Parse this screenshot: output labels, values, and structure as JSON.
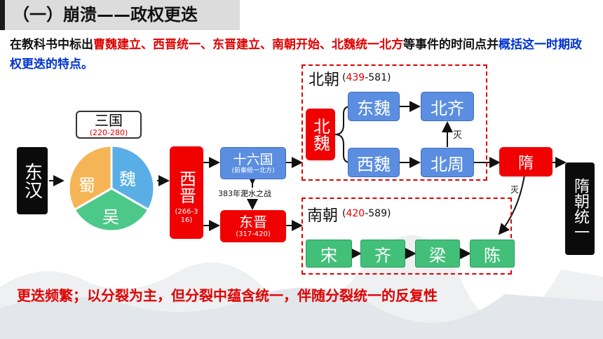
{
  "title": "（一）崩溃——政权更迭",
  "instruction": {
    "prefix": "在教科书中标出",
    "events": "曹魏建立、西晋统一、东晋建立、南朝开始、北魏统一北方",
    "middle": "等事件的时间点并",
    "task": "概括这一时期政权更迭的特点。"
  },
  "nodes": {
    "donghan": "东汉",
    "sanguo_label": "三国",
    "sanguo_years": "(220-280)",
    "wei": "魏",
    "shu": "蜀",
    "wu": "吴",
    "xijin": "西晋",
    "xijin_years": "(266-316)",
    "shiliuguo": "十六国",
    "shiliuguo_note": "(前秦统一北方)",
    "feishui": "383年淝水之战",
    "dongjin": "东晋",
    "dongjin_years": "(317-420)",
    "beichao_label": "北朝",
    "beichao_start": "439",
    "beichao_end": "-581)",
    "beichao_open": "(",
    "beiwei": "北魏",
    "dongwei": "东魏",
    "beiqi": "北齐",
    "xiwei": "西魏",
    "beizhou": "北周",
    "mie1": "灭",
    "sui": "隋",
    "mie2": "灭",
    "nanchao_label": "南朝",
    "nanchao_open": "(",
    "nanchao_start": "420",
    "nanchao_end": "-589)",
    "song": "宋",
    "qi": "齐",
    "liang": "梁",
    "chen": "陈",
    "sui_unify": "隋朝统一"
  },
  "conclusion": "更迭频繁；以分裂为主，但分裂中蕴含统一，伴随分裂统一的反复性",
  "colors": {
    "red": "#f00000",
    "blue": "#5b8ee0",
    "green": "#42c07a",
    "black": "#0b0b0b",
    "pie_wei": "#5aaee6",
    "pie_shu": "#f5b556",
    "pie_wu": "#4cc888"
  }
}
